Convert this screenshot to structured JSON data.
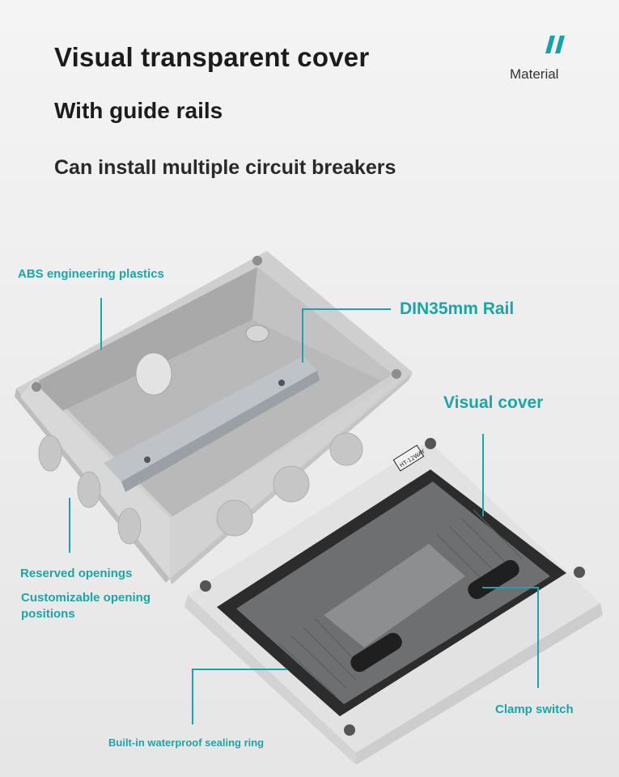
{
  "headlines": {
    "line1": "Visual transparent cover",
    "line2": "With guide rails",
    "line3": "Can install multiple circuit breakers"
  },
  "badge": {
    "label": "Material",
    "mark_icon": "double-slash-icon",
    "accent_color": "#17a3a5"
  },
  "callouts": {
    "abs": "ABS engineering plastics",
    "rail": "DIN35mm Rail",
    "cover": "Visual cover",
    "reserved": "Reserved openings",
    "custom": "Customizable opening positions",
    "clamp": "Clamp switch",
    "sealing": "Built-in waterproof sealing ring"
  },
  "product": {
    "model_label": "HT-12WAY",
    "accent_color": "#1aa6a6"
  }
}
